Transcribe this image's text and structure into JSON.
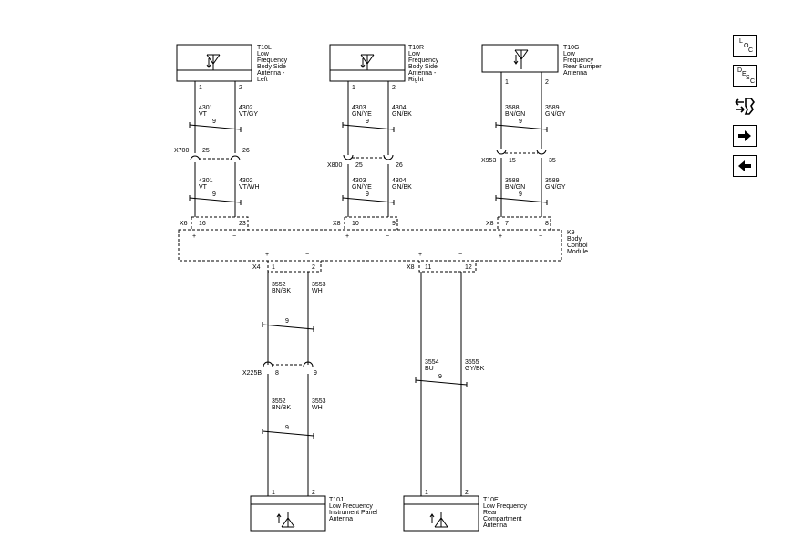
{
  "components": {
    "t10l": {
      "id": "T10L",
      "lines": [
        "Low",
        "Frequency",
        "Body Side",
        "Antenna -",
        "Left"
      ],
      "pin1": "1",
      "pin2": "2"
    },
    "t10r": {
      "id": "T10R",
      "lines": [
        "Low",
        "Frequency",
        "Body Side",
        "Antenna -",
        "Right"
      ],
      "pin1": "1",
      "pin2": "2"
    },
    "t10g": {
      "id": "T10G",
      "lines": [
        "Low",
        "Frequency",
        "Rear Bumper",
        "Antenna"
      ],
      "pin1": "1",
      "pin2": "2"
    },
    "t10j": {
      "id": "T10J",
      "lines": [
        "Low Frequency",
        "Instrument Panel",
        "Antenna"
      ],
      "pin1": "1",
      "pin2": "2"
    },
    "t10e": {
      "id": "T10E",
      "lines": [
        "Low Frequency",
        "Rear",
        "Compartment",
        "Antenna"
      ],
      "pin1": "1",
      "pin2": "2"
    },
    "k9": {
      "id": "K9",
      "lines": [
        "Body",
        "Control",
        "Module"
      ]
    }
  },
  "wires": {
    "w4301_top": {
      "circuit": "4301",
      "color": "VT"
    },
    "w4302_top": {
      "circuit": "4302",
      "color": "VT/GY"
    },
    "w4301_bot": {
      "circuit": "4301",
      "color": "VT"
    },
    "w4302_bot": {
      "circuit": "4302",
      "color": "VT/WH"
    },
    "w4303_top": {
      "circuit": "4303",
      "color": "GN/YE"
    },
    "w4304_top": {
      "circuit": "4304",
      "color": "GN/BK"
    },
    "w4303_bot": {
      "circuit": "4303",
      "color": "GN/YE"
    },
    "w4304_bot": {
      "circuit": "4304",
      "color": "GN/BK"
    },
    "w3588_top": {
      "circuit": "3588",
      "color": "BN/GN"
    },
    "w3589_top": {
      "circuit": "3589",
      "color": "GN/GY"
    },
    "w3588_bot": {
      "circuit": "3588",
      "color": "BN/GN"
    },
    "w3589_bot": {
      "circuit": "3589",
      "color": "GN/GY"
    },
    "w3552_top": {
      "circuit": "3552",
      "color": "BN/BK"
    },
    "w3553_top": {
      "circuit": "3553",
      "color": "WH"
    },
    "w3552_bot": {
      "circuit": "3552",
      "color": "BN/BK"
    },
    "w3553_bot": {
      "circuit": "3553",
      "color": "WH"
    },
    "w3554": {
      "circuit": "3554",
      "color": "BU"
    },
    "w3555": {
      "circuit": "3555",
      "color": "GY/BK"
    }
  },
  "twist_label": "9",
  "connectors": {
    "x700": {
      "id": "X700",
      "pin_a": "25",
      "pin_b": "26"
    },
    "x800": {
      "id": "X800",
      "pin_a": "25",
      "pin_b": "26"
    },
    "x953": {
      "id": "X953",
      "pin_a": "15",
      "pin_b": "35"
    },
    "x225b": {
      "id": "X225B",
      "pin_a": "8",
      "pin_b": "9"
    },
    "x6": {
      "id": "X6",
      "pin_a": "16",
      "pin_b": "23"
    },
    "x8_r": {
      "id": "X8",
      "pin_a": "10",
      "pin_b": "9"
    },
    "x8_g": {
      "id": "X8",
      "pin_a": "7",
      "pin_b": "8"
    },
    "x4": {
      "id": "X4",
      "pin_a": "1",
      "pin_b": "2"
    },
    "x8_e": {
      "id": "X8",
      "pin_a": "11",
      "pin_b": "12"
    }
  },
  "polarity": {
    "plus": "+",
    "minus": "−"
  },
  "nav": {
    "loc": {
      "letters": [
        "L",
        "O",
        "C"
      ],
      "icon": "loc-icon"
    },
    "desc": {
      "letters": [
        "D",
        "E",
        "S",
        "C"
      ],
      "icon": "desc-icon"
    },
    "schematic": {
      "icon": "schematic-connector-icon"
    },
    "next": {
      "icon": "arrow-right-icon"
    },
    "prev": {
      "icon": "arrow-left-icon"
    }
  }
}
